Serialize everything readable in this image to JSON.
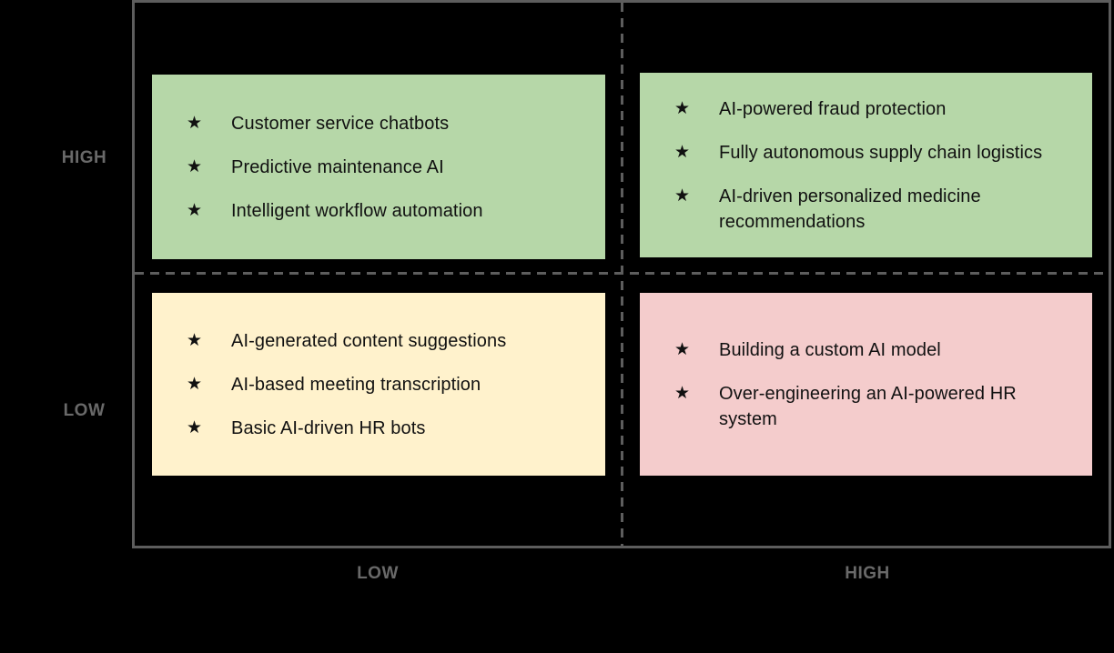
{
  "matrix": {
    "bullet_icon": "★",
    "colors": {
      "background": "#000000",
      "border": "#5d5d5d",
      "axis_label": "#696969",
      "item_text": "#111111",
      "green": "#b6d7a8",
      "yellow": "#fff2cc",
      "pink": "#f4cccc"
    },
    "y_axis": {
      "top": "HIGH",
      "bottom": "LOW"
    },
    "x_axis": {
      "left": "LOW",
      "right": "HIGH"
    },
    "quadrants": {
      "top_left": {
        "color": "#b6d7a8",
        "items": [
          "Customer service chatbots",
          "Predictive maintenance AI",
          "Intelligent workflow automation"
        ]
      },
      "top_right": {
        "color": "#b6d7a8",
        "items": [
          "AI-powered fraud protection",
          "Fully autonomous supply chain logistics",
          "AI-driven personalized medicine recommendations"
        ]
      },
      "bottom_left": {
        "color": "#fff2cc",
        "items": [
          "AI-generated content suggestions",
          "AI-based meeting transcription",
          "Basic AI-driven HR bots"
        ]
      },
      "bottom_right": {
        "color": "#f4cccc",
        "items": [
          "Building a custom AI model",
          "Over-engineering an AI-powered HR system"
        ]
      }
    }
  }
}
